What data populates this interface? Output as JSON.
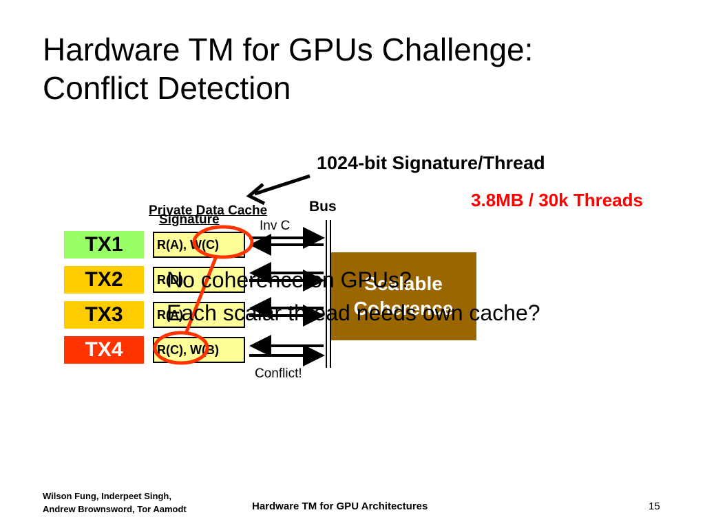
{
  "slide": {
    "title_line1": "Hardware TM for GPUs Challenge:",
    "title_line2": "Conflict Detection"
  },
  "diagram": {
    "signature_note": "1024-bit Signature/Thread",
    "storage_note": "3.8MB / 30k Threads",
    "label_private_cache": "Private Data Cache",
    "label_signature": "Signature",
    "label_bus": "Bus",
    "label_inv": "Inv C",
    "label_conflict": "Conflict!",
    "transactions": [
      {
        "label": "TX1",
        "cache": "R(A), W(C)",
        "color": "#99ff66",
        "text_color": "#000000"
      },
      {
        "label": "TX2",
        "cache": "R(D)",
        "color": "#ffcc00",
        "text_color": "#000000"
      },
      {
        "label": "TX3",
        "cache": "R(A)",
        "color": "#ffcc00",
        "text_color": "#000000"
      },
      {
        "label": "TX4",
        "cache": "R(C), W(B)",
        "color": "#ff3300",
        "text_color": "#ffffff"
      }
    ],
    "coherence_line1": "Scalable",
    "coherence_line2": "Coherence",
    "coherence_color": "#996600",
    "highlight_color": "#ff3300"
  },
  "overlay": {
    "line1": "No coherence on GPUs?",
    "line2": "Each scalar thread needs own cache?"
  },
  "footer": {
    "authors_line1": "Wilson Fung, Inderpeet Singh,",
    "authors_line2": "Andrew Brownsword, Tor Aamodt",
    "center": "Hardware TM for GPU Architectures",
    "page_number": "15"
  }
}
